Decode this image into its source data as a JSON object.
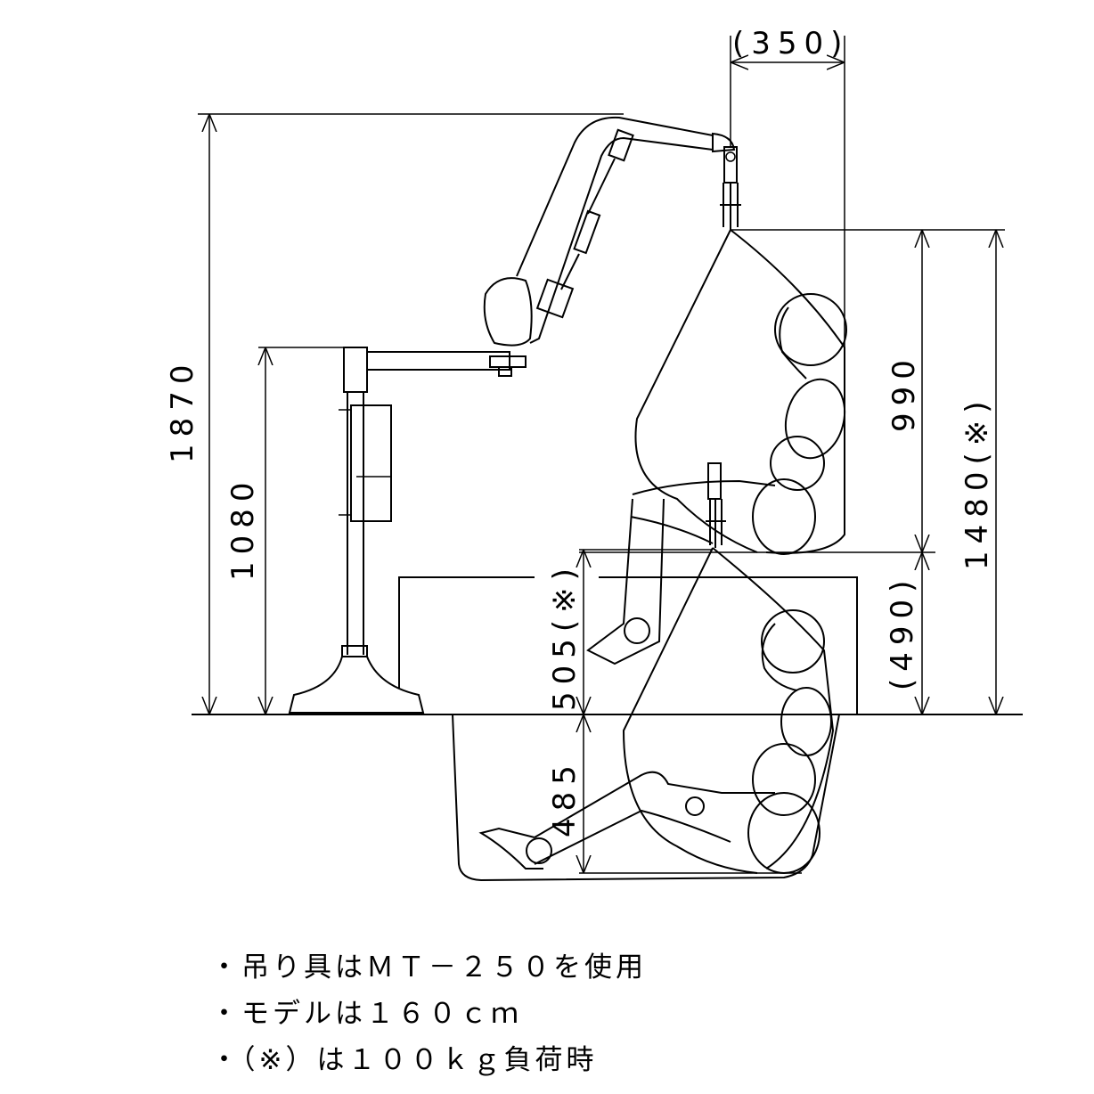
{
  "diagram": {
    "dimensions": {
      "total_height": "1870",
      "arm_height": "1080",
      "offset": "(350)",
      "hang_upper": "990",
      "hang_total": "1480(※)",
      "seat_height": "(490)",
      "tub_rim": "505(※)",
      "tub_depth": "485"
    }
  },
  "notes": [
    "・吊り具はＭＴ－２５０を使用",
    "・モデルは１６０ｃｍ",
    "・（※）は１００ｋｇ負荷時"
  ]
}
